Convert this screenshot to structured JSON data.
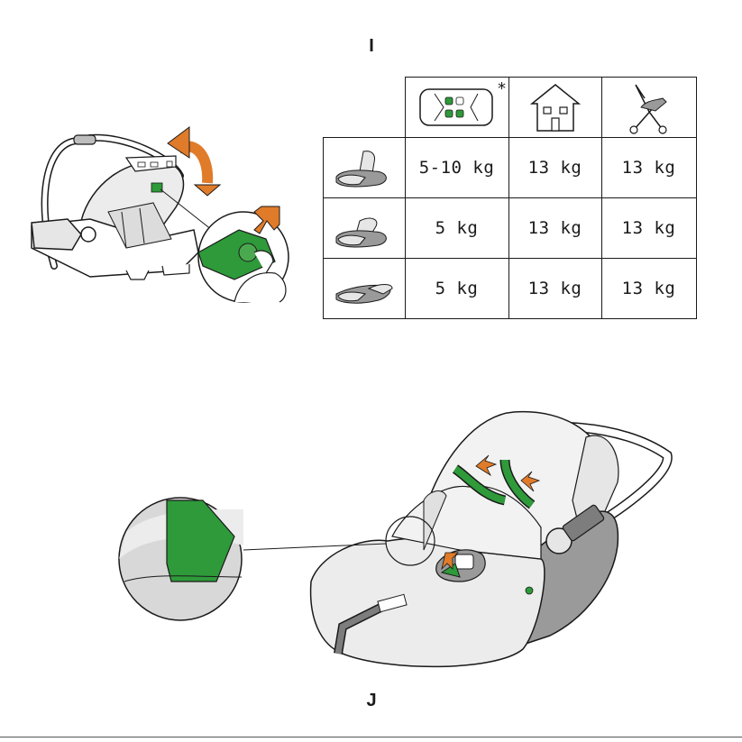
{
  "page": {
    "step_top": "I",
    "step_bottom": "J"
  },
  "weight_table": {
    "columns": [
      {
        "icon": "car-icon",
        "footnote": "*"
      },
      {
        "icon": "house-icon",
        "footnote": ""
      },
      {
        "icon": "stroller-icon",
        "footnote": ""
      }
    ],
    "rows": [
      {
        "icon": "seat-upright-position-icon",
        "values": [
          "5-10 kg",
          "13 kg",
          "13 kg"
        ]
      },
      {
        "icon": "seat-semi-reclined-position-icon",
        "values": [
          "5 kg",
          "13 kg",
          "13 kg"
        ]
      },
      {
        "icon": "seat-flat-position-icon",
        "values": [
          "5 kg",
          "13 kg",
          "13 kg"
        ]
      }
    ]
  },
  "colors": {
    "accent_orange": "#e07b2a",
    "strap_green": "#2e9a3a",
    "outline": "#1a1a1a",
    "seat_grey": "#e6e6e6",
    "shell_grey": "#9a9a9a"
  }
}
